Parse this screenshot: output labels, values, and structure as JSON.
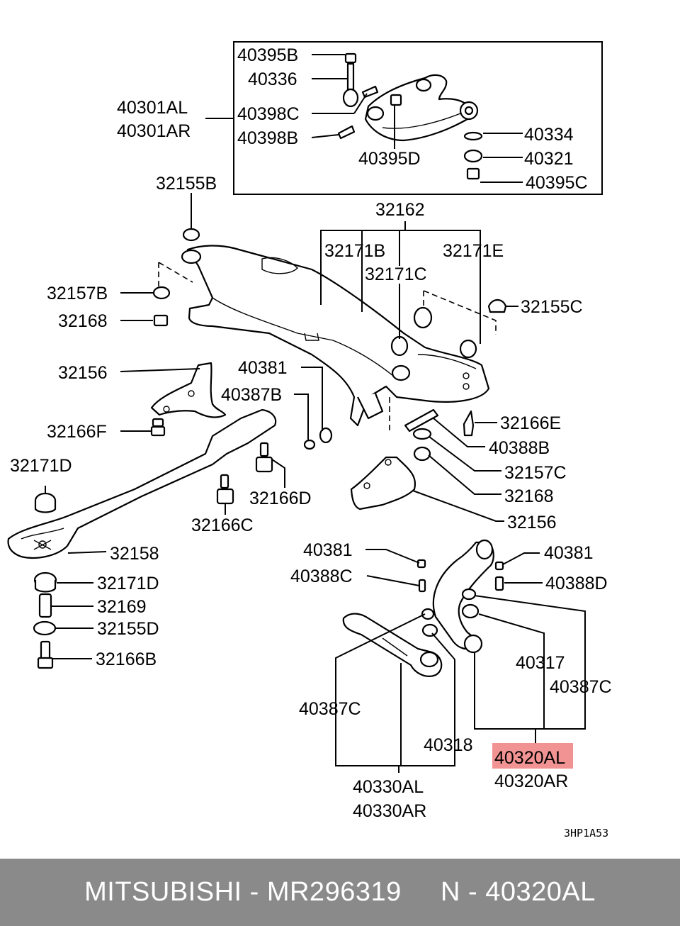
{
  "drawing_code": "3HP1A53",
  "highlighted_part": "40320AL",
  "labels": {
    "l40395B": "40395B",
    "l40336": "40336",
    "l40301AL": "40301AL",
    "l40301AR": "40301AR",
    "l40398C": "40398C",
    "l40398B": "40398B",
    "l40395D": "40395D",
    "l40334": "40334",
    "l40321": "40321",
    "l40395C": "40395C",
    "l32155B": "32155B",
    "l32162": "32162",
    "l32171B": "32171B",
    "l32171E": "32171E",
    "l32171C": "32171C",
    "l32157B": "32157B",
    "l32155C": "32155C",
    "l32168a": "32168",
    "l32156a": "32156",
    "l40381a": "40381",
    "l40387B": "40387B",
    "l32166E": "32166E",
    "l32166F": "32166F",
    "l40388B": "40388B",
    "l32171Da": "32171D",
    "l32157C": "32157C",
    "l32166D": "32166D",
    "l32168b": "32168",
    "l32156b": "32156",
    "l32166C": "32166C",
    "l32158": "32158",
    "l40381b": "40381",
    "l40381c": "40381",
    "l40388C": "40388C",
    "l40388D": "40388D",
    "l32171Db": "32171D",
    "l32169": "32169",
    "l32155D": "32155D",
    "l32166B": "32166B",
    "l40317": "40317",
    "l40387Ca": "40387C",
    "l40387Cb": "40387C",
    "l40318": "40318",
    "l40320AL": "40320AL",
    "l40320AR": "40320AR",
    "l40330AL": "40330AL",
    "l40330AR": "40330AR"
  },
  "footer": {
    "text": "MITSUBISHI - MR296319     N - 40320AL"
  }
}
